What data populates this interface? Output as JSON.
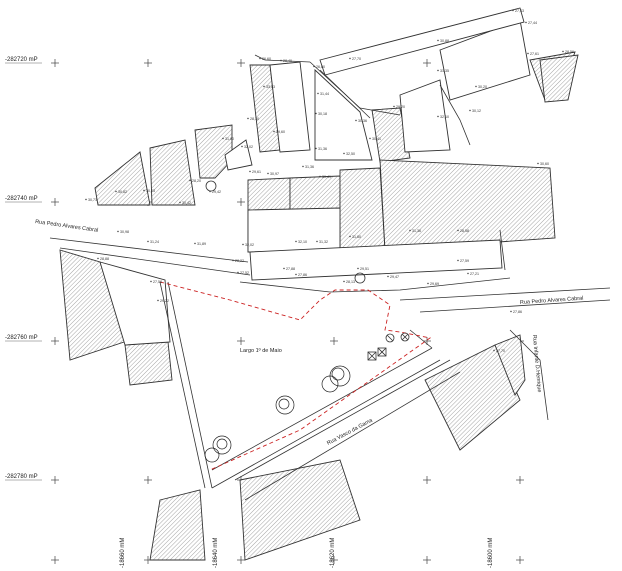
{
  "coords": {
    "northings": [
      "-282720 mP",
      "-282740 mP",
      "-282760 mP",
      "-282780 mP"
    ],
    "eastings": [
      "-18660 mM",
      "-18640 mM",
      "-18620 mM",
      "-18600 mM"
    ]
  },
  "streets": {
    "rua_pedro_west": "Rua Pedro Alvares Cabral",
    "rua_pedro_east": "Rua Pedro Alvares Cabral",
    "largo": "Largo 1º de Maio",
    "rua_vasco": "Rua Vasco da Gama",
    "rua_infante": "Rua Infante D.Henrique"
  },
  "colors": {
    "boundary_dash": "#cc2222",
    "lines": "#333333",
    "hatch": "#9a9a9a"
  },
  "spot_heights": [
    "27,33",
    "27,44",
    "27,61",
    "28,56",
    "26,60",
    "28,40",
    "26,80",
    "27,70",
    "33,63",
    "31,44",
    "29,20",
    "30,88",
    "31,35",
    "30,20",
    "32,10",
    "30,12",
    "28,30",
    "29,60",
    "30,18",
    "30,36",
    "30,41",
    "31,80",
    "32,02",
    "31,36",
    "32,50",
    "28,20",
    "29,42",
    "29,61",
    "30,97",
    "31,36",
    "30,41",
    "30,60",
    "30,82",
    "30,23",
    "30,42",
    "30,71",
    "30,98",
    "31,24",
    "31,89",
    "32,02",
    "32,10",
    "31,32",
    "31,80",
    "31,36",
    "28,58",
    "28,88",
    "27,58",
    "29,22",
    "28,22",
    "27,52",
    "27,88",
    "27,86",
    "28,13",
    "29,47",
    "29,69",
    "29,51",
    "27,59",
    "27,21",
    "27,86",
    "27,70"
  ]
}
